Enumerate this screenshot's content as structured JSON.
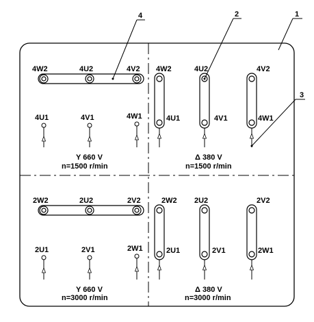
{
  "callouts": [
    "4",
    "2",
    "1",
    "3"
  ],
  "top_left": {
    "top_labels": [
      "4W2",
      "4U2",
      "4V2"
    ],
    "bottom_labels": [
      "4U1",
      "4V1",
      "4W1"
    ],
    "caption_voltage": "Y 660 V",
    "caption_speed": "n=1500 r/min"
  },
  "top_right": {
    "top_labels": [
      "4W2",
      "4U2",
      "4V2"
    ],
    "bottom_labels": [
      "4U1",
      "4V1",
      "4W1"
    ],
    "caption_voltage": "Δ 380 V",
    "caption_speed": "n=1500 r/min"
  },
  "bottom_left": {
    "top_labels": [
      "2W2",
      "2U2",
      "2V2"
    ],
    "bottom_labels": [
      "2U1",
      "2V1",
      "2W1"
    ],
    "caption_voltage": "Y 660 V",
    "caption_speed": "n=3000 r/min"
  },
  "bottom_right": {
    "top_labels": [
      "2W2",
      "2U2",
      "2V2"
    ],
    "bottom_labels": [
      "2U1",
      "2V1",
      "2W1"
    ],
    "caption_voltage": "Δ 380 V",
    "caption_speed": "n=3000 r/min"
  }
}
